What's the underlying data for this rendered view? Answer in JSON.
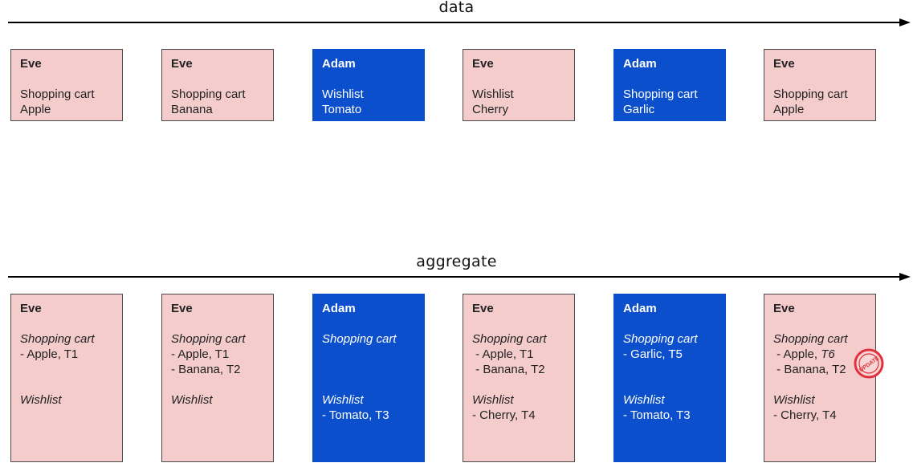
{
  "data_section": {
    "title": "data",
    "events": [
      {
        "user": "Eve",
        "list": "Shopping cart",
        "item": "Apple",
        "color": "pink"
      },
      {
        "user": "Eve",
        "list": "Shopping cart",
        "item": "Banana",
        "color": "pink"
      },
      {
        "user": "Adam",
        "list": "Wishlist",
        "item": "Tomato",
        "color": "blue"
      },
      {
        "user": "Eve",
        "list": "Wishlist",
        "item": "Cherry",
        "color": "pink"
      },
      {
        "user": "Adam",
        "list": "Shopping cart",
        "item": "Garlic",
        "color": "blue"
      },
      {
        "user": "Eve",
        "list": "Shopping cart",
        "item": "Apple",
        "color": "pink"
      }
    ]
  },
  "aggregate_section": {
    "title": "aggregate",
    "cart_label": "Shopping cart",
    "wishlist_label": "Wishlist",
    "states": [
      {
        "user": "Eve",
        "color": "pink",
        "cart": [
          "- Apple, T1"
        ],
        "wishlist": []
      },
      {
        "user": "Eve",
        "color": "pink",
        "cart": [
          "- Apple, T1",
          "- Banana, T2"
        ],
        "wishlist": []
      },
      {
        "user": "Adam",
        "color": "blue",
        "cart": [],
        "wishlist": [
          "- Tomato, T3"
        ]
      },
      {
        "user": "Eve",
        "color": "pink",
        "cart": [
          " - Apple, T1",
          " - Banana, T2"
        ],
        "wishlist": [
          "- Cherry, T4"
        ]
      },
      {
        "user": "Adam",
        "color": "blue",
        "cart": [
          "- Garlic, T5"
        ],
        "wishlist": [
          "- Tomato, T3"
        ]
      },
      {
        "user": "Eve",
        "color": "pink",
        "cart": [
          " - Apple, T6",
          " - Banana, T2"
        ],
        "wishlist": [
          "- Cherry, T4"
        ],
        "stamp": "UPDATE"
      }
    ]
  },
  "colors": {
    "pink": "#f5cccc",
    "blue": "#0c4fcc",
    "arrow": "#000000",
    "stamp": "#e0303a"
  }
}
